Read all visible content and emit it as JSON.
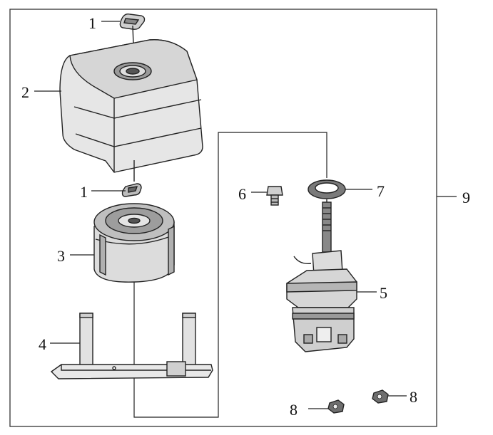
{
  "diagram": {
    "labels": {
      "clip_top": "1",
      "air_cleaner_cover": "2",
      "air_filter_element": "3",
      "air_cleaner_case": "4",
      "carburetor": "5",
      "bolt": "6",
      "gasket": "7",
      "nut_right": "8",
      "nut_left": "8",
      "assembly": "9",
      "clip_mid": "1"
    }
  }
}
